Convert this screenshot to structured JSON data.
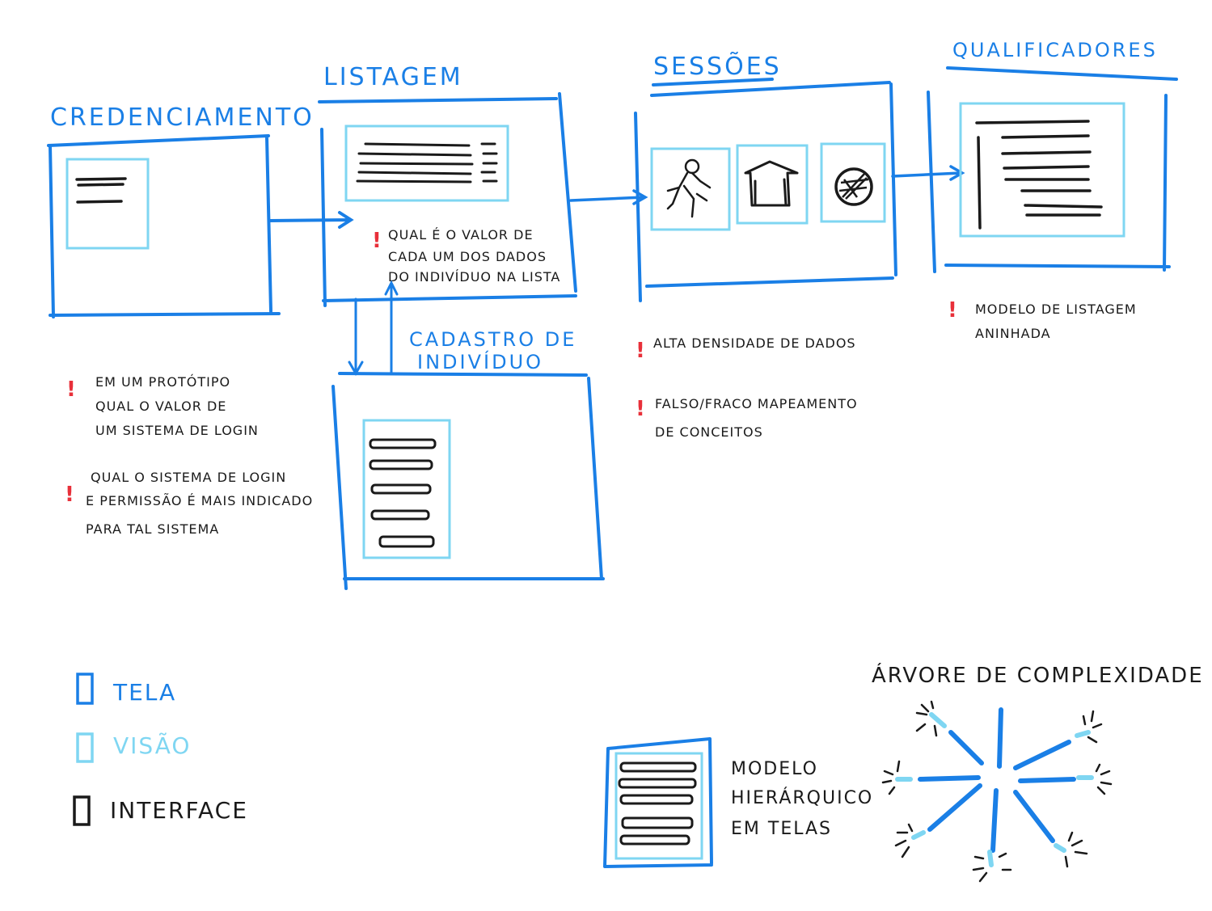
{
  "titles": {
    "credenciamento": "Credenciamento",
    "listagem": "Listagem",
    "sessoes": "Sessões",
    "qualificadores": "Qualificadores",
    "cadastro_line1": "Cadastro de",
    "cadastro_line2": "Indivíduo",
    "arvore": "Árvore de complexidade"
  },
  "notes": {
    "listagem": [
      "Qual é o valor de",
      "cada um dos dados",
      "do indivíduo na lista"
    ],
    "credenciamento_1": [
      "Em um protótipo",
      "qual o valor de",
      "um sistema de login"
    ],
    "credenciamento_2": [
      "Qual o sistema de login",
      "e permissão é mais indicado",
      "para tal sistema"
    ],
    "sessoes_1": [
      "Alta densidade de dados"
    ],
    "sessoes_2": [
      "Falso/fraco mapeamento",
      "de conceitos"
    ],
    "qualificadores": [
      "Modelo de listagem",
      "aninhada"
    ]
  },
  "hierarchy_label": [
    "Modelo",
    "hierárquico",
    "em telas"
  ],
  "legend": {
    "tela": "Tela",
    "visao": "Visão",
    "interface": "Interface"
  },
  "colors": {
    "tela": "#1a7fe6",
    "visao": "#7fd6f2",
    "interface": "#1a1a1a",
    "alert": "#e8303a"
  },
  "icons": [
    "person-icon",
    "house-icon",
    "cancel-ball-icon"
  ]
}
